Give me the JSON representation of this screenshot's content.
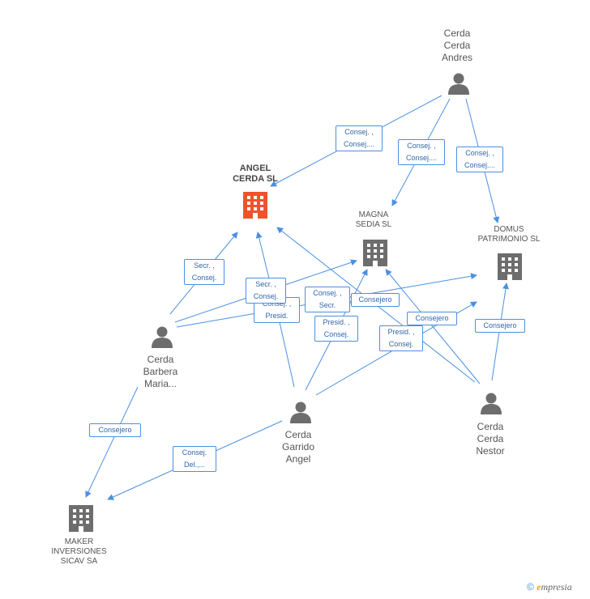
{
  "nodes": {
    "cerda_cerda_andres": {
      "lines": [
        "Cerda",
        "Cerda",
        "Andres"
      ],
      "icon": "person-icon"
    },
    "angel_cerda_sl": {
      "lines": [
        "ANGEL",
        "CERDA SL"
      ],
      "icon": "building-icon",
      "color": "#f0522c"
    },
    "magna_sedia_sl": {
      "lines": [
        "MAGNA",
        "SEDIA SL"
      ],
      "icon": "building-icon"
    },
    "domus_patrimonio_sl": {
      "lines": [
        "DOMUS",
        "PATRIMONIO SL"
      ],
      "icon": "building-icon"
    },
    "cerda_barbera_maria": {
      "lines": [
        "Cerda",
        "Barbera",
        "Maria..."
      ],
      "icon": "person-icon"
    },
    "cerda_garrido_angel": {
      "lines": [
        "Cerda",
        "Garrido",
        "Angel"
      ],
      "icon": "person-icon"
    },
    "cerda_cerda_nestor": {
      "lines": [
        "Cerda",
        "Cerda",
        "Nestor"
      ],
      "icon": "person-icon"
    },
    "maker_inversiones": {
      "lines": [
        "MAKER",
        "INVERSIONES",
        "SICAV SA"
      ],
      "icon": "building-icon"
    }
  },
  "edge_labels": [
    [
      "Consej. ,",
      "Consej...."
    ],
    [
      "Consej. ,",
      "Consej...."
    ],
    [
      "Consej. ,",
      "Consej...."
    ],
    [
      "Secr. ,",
      "Consej."
    ],
    [
      "Secr. ,",
      "Consej."
    ],
    [
      "Consej. ,",
      "Presid."
    ],
    [
      "Consej. ,",
      "Secr."
    ],
    [
      "Consejero"
    ],
    [
      "Presid. ,",
      "Consej."
    ],
    [
      "Consejero"
    ],
    [
      "Presid. ,",
      "Consej."
    ],
    [
      "Consejero"
    ],
    [
      "Consejero"
    ],
    [
      "Consej.",
      "Del.,..."
    ]
  ],
  "colors": {
    "edge": "#4a90e2",
    "icon_gray": "#6d6d6d",
    "highlight": "#f0522c"
  },
  "footer": {
    "copyright": "©",
    "brand_e": "e",
    "brand_rest": "mpresia"
  }
}
